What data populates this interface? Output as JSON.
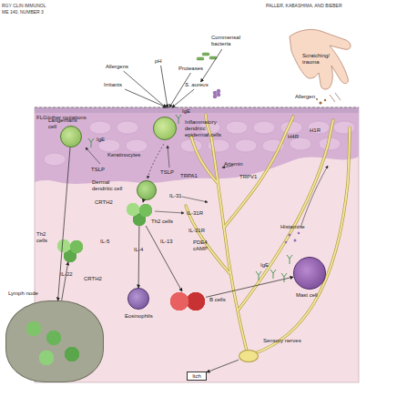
{
  "diagram": {
    "nodes": [
      {
        "text": [
          "Commensal bacteria"
        ]
      },
      {
        "text": [
          "Allergens"
        ]
      },
      {
        "text": [
          "pH"
        ]
      },
      {
        "text": [
          "Irritants"
        ]
      },
      {
        "text": [
          "Proteases"
        ]
      },
      {
        "text": [
          "S. aureus"
        ]
      },
      {
        "text": [
          "Scratching/ trauma"
        ]
      },
      {
        "text": [
          "Allergen"
        ]
      },
      {
        "text": [
          "FLG/other mutations"
        ]
      },
      {
        "text": [
          "Langerhans cell"
        ],
        "in": 8
      },
      {
        "text": [
          "Inflammatory dendritic epidermal cells"
        ],
        "in": 8
      },
      {
        "text": [
          "Dermal dendritic cell"
        ],
        "in": 8
      },
      {
        "text": [
          "Th2 cells"
        ],
        "in": 8
      },
      {
        "text": [
          "Th2 cells"
        ],
        "in": 8
      },
      {
        "text": [
          "Eosinophils"
        ],
        "in": 8
      },
      {
        "text": [
          "B cells"
        ],
        "in": 8
      },
      {
        "text": [
          "Mast cell"
        ],
        "in": 8
      },
      {
        "text": [
          "Sensory nerves"
        ],
        "in": 8
      },
      {
        "text": [
          "Itch"
        ],
        "in": 8
      },
      {
        "text": [
          "Lymph node"
        ]
      }
    ],
    "edges": [
      {
        "from": 0,
        "to": 5,
        "arrow": "to"
      },
      {
        "from": 1,
        "to": 8,
        "arrow": "to"
      },
      {
        "from": 2,
        "to": 8,
        "arrow": "to"
      },
      {
        "from": 3,
        "to": 8,
        "arrow": "to"
      },
      {
        "from": 4,
        "to": 8,
        "arrow": "to"
      },
      {
        "from": 5,
        "to": 8,
        "arrow": "to"
      },
      {
        "from": 9,
        "to": 19,
        "arrow": "to"
      },
      {
        "from": 19,
        "to": 13,
        "arrow": "to"
      },
      {
        "from": 11,
        "to": 12,
        "arrow": "to"
      },
      {
        "from": 12,
        "to": 14,
        "arrow": "to"
      },
      {
        "from": 12,
        "to": 15,
        "arrow": "to"
      },
      {
        "from": 15,
        "to": 16,
        "arrow": "to"
      },
      {
        "from": 17,
        "to": 18,
        "arrow": "to"
      }
    ],
    "labels": [
      "RGY CLIN IMMUNOL",
      "ME 140, NUMBER 3",
      "PALLER, KABASHIMA, AND BIEBER",
      "IgE",
      "IgE",
      "Keratinocytes",
      "TSLP",
      "TSLP",
      "TRPA1",
      "Artemin",
      "TRPV1",
      "H4R",
      "H1R",
      "IL-31",
      "CRTH2",
      "IL-31R",
      "Histamine",
      "IL-31R",
      "IL-5",
      "IL-13",
      "PDE4",
      "IL-4",
      "cAMP",
      "IL-22",
      "CRTH2",
      "IgE"
    ]
  }
}
